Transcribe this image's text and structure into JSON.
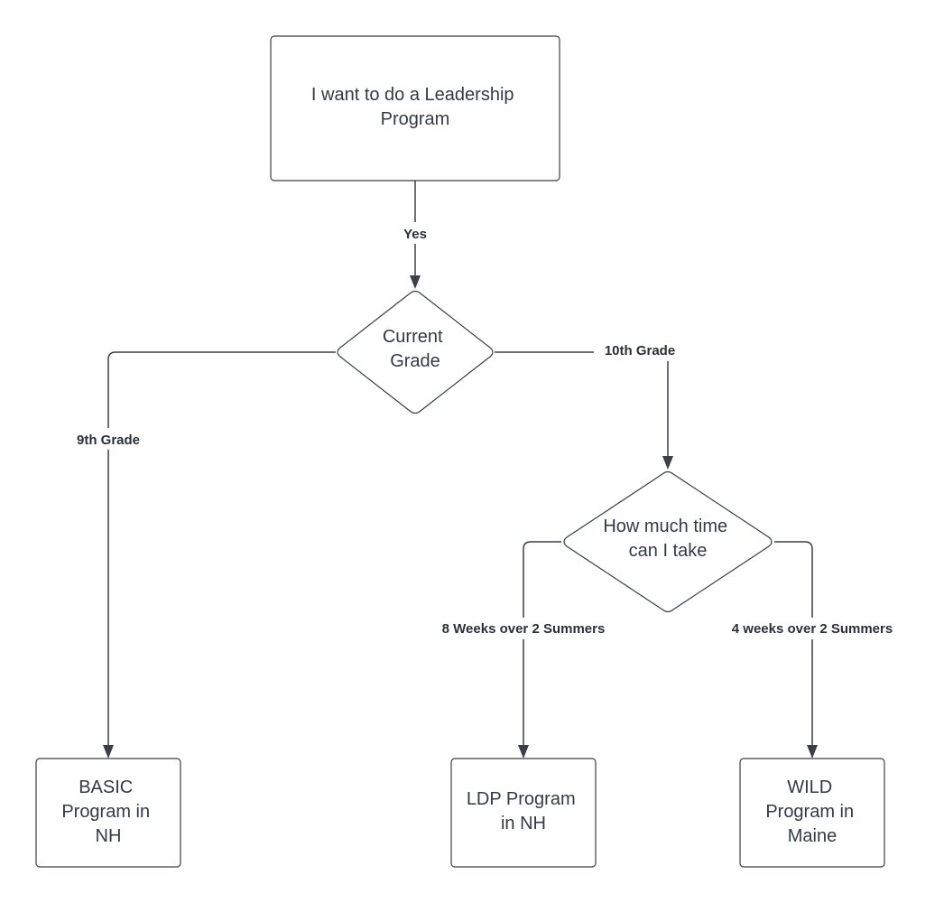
{
  "nodes": {
    "start": {
      "lines": [
        "I want to do a Leadership",
        "Program"
      ]
    },
    "current_grade": {
      "lines": [
        "Current",
        "Grade"
      ]
    },
    "time": {
      "lines": [
        "How much time",
        "can I take"
      ]
    },
    "basic": {
      "lines": [
        "BASIC",
        "Program in",
        "NH"
      ]
    },
    "ldp": {
      "lines": [
        "LDP Program",
        "in NH"
      ]
    },
    "wild": {
      "lines": [
        "WILD",
        "Program in",
        "Maine"
      ]
    }
  },
  "edges": {
    "yes": "Yes",
    "ninth": "9th Grade",
    "tenth": "10th Grade",
    "eight_weeks": "8 Weeks over 2 Summers",
    "four_weeks": "4 weeks over 2 Summers"
  }
}
